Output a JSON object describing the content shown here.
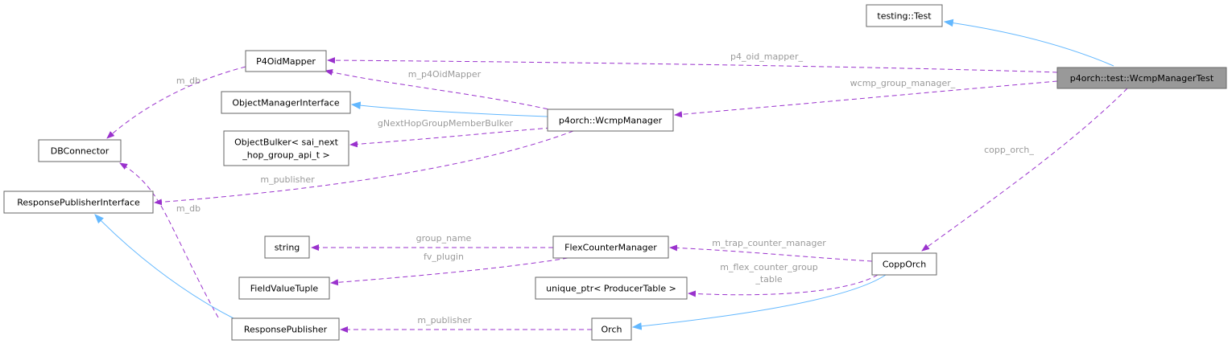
{
  "diagram": {
    "nodes": [
      {
        "id": "testing_test",
        "label_lines": [
          "testing::Test"
        ]
      },
      {
        "id": "wcmp_manager_test",
        "label_lines": [
          "p4orch::test::WcmpManagerTest"
        ],
        "highlighted": true
      },
      {
        "id": "p4_oid_mapper",
        "label_lines": [
          "P4OidMapper"
        ]
      },
      {
        "id": "object_manager_interface",
        "label_lines": [
          "ObjectManagerInterface"
        ]
      },
      {
        "id": "wcmp_manager",
        "label_lines": [
          "p4orch::WcmpManager"
        ]
      },
      {
        "id": "object_bulker",
        "label_lines": [
          "ObjectBulker< sai_next",
          "_hop_group_api_t >"
        ]
      },
      {
        "id": "db_connector",
        "label_lines": [
          "DBConnector"
        ]
      },
      {
        "id": "response_publisher_interface",
        "label_lines": [
          "ResponsePublisherInterface"
        ]
      },
      {
        "id": "string",
        "label_lines": [
          "string"
        ]
      },
      {
        "id": "flex_counter_manager",
        "label_lines": [
          "FlexCounterManager"
        ]
      },
      {
        "id": "copp_orch",
        "label_lines": [
          "CoppOrch"
        ]
      },
      {
        "id": "field_value_tuple",
        "label_lines": [
          "FieldValueTuple"
        ]
      },
      {
        "id": "unique_ptr_producer_table",
        "label_lines": [
          "unique_ptr< ProducerTable >"
        ]
      },
      {
        "id": "response_publisher",
        "label_lines": [
          "ResponsePublisher"
        ]
      },
      {
        "id": "orch",
        "label_lines": [
          "Orch"
        ]
      }
    ],
    "edges": [
      {
        "id": "e1",
        "kind": "inheritance",
        "label_lines": []
      },
      {
        "id": "e2",
        "kind": "usage",
        "label_lines": [
          "p4_oid_mapper_"
        ]
      },
      {
        "id": "e3",
        "kind": "usage",
        "label_lines": [
          "wcmp_group_manager_"
        ]
      },
      {
        "id": "e4",
        "kind": "usage",
        "label_lines": [
          "copp_orch_"
        ]
      },
      {
        "id": "e5",
        "kind": "usage",
        "label_lines": [
          "m_p4OidMapper"
        ]
      },
      {
        "id": "e6",
        "kind": "inheritance",
        "label_lines": []
      },
      {
        "id": "e7",
        "kind": "usage",
        "label_lines": [
          "gNextHopGroupMemberBulker"
        ]
      },
      {
        "id": "e8",
        "kind": "usage",
        "label_lines": [
          "m_publisher"
        ]
      },
      {
        "id": "e9",
        "kind": "usage",
        "label_lines": [
          "m_db"
        ]
      },
      {
        "id": "e10",
        "kind": "usage",
        "label_lines": [
          "m_db"
        ]
      },
      {
        "id": "e11",
        "kind": "inheritance",
        "label_lines": []
      },
      {
        "id": "e12",
        "kind": "usage",
        "label_lines": [
          "group_name"
        ]
      },
      {
        "id": "e13",
        "kind": "usage",
        "label_lines": [
          "fv_plugin"
        ]
      },
      {
        "id": "e14",
        "kind": "usage",
        "label_lines": [
          "m_trap_counter_manager"
        ]
      },
      {
        "id": "e15",
        "kind": "usage",
        "label_lines": [
          "m_flex_counter_group",
          "_table"
        ]
      },
      {
        "id": "e16",
        "kind": "inheritance",
        "label_lines": []
      },
      {
        "id": "e17",
        "kind": "usage",
        "label_lines": [
          "m_publisher"
        ]
      }
    ]
  },
  "colors": {
    "usage_edge": "#9a32cd",
    "inheritance_edge": "#63b8ff",
    "edge_label": "#9a9a9a",
    "highlighted_node_fill": "#999999",
    "node_border": "#666666"
  }
}
